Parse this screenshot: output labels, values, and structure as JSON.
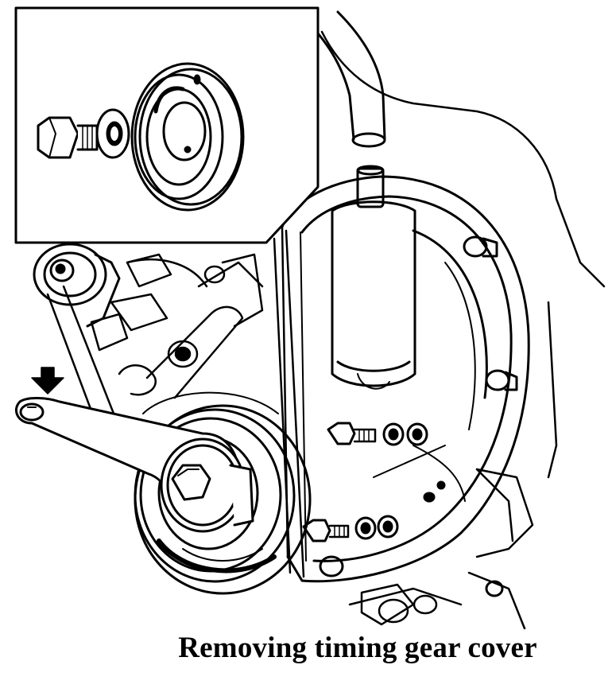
{
  "figure": {
    "caption": "Removing timing gear cover",
    "ink_color": "#000000",
    "paper_color": "#ffffff",
    "callout": {
      "name": "bolt-washer-pulley-detail",
      "parts": [
        "bolt-icon",
        "washer-icon",
        "crankshaft-pulley-icon"
      ]
    },
    "parts": [
      "timing-gear-cover",
      "crankshaft-pulley",
      "pulley-holding-wrench",
      "pressure-arrow-icon",
      "cover-bolts",
      "drive-belt",
      "alternator-pulley",
      "coolant-hose",
      "oil-filler-tube"
    ]
  }
}
